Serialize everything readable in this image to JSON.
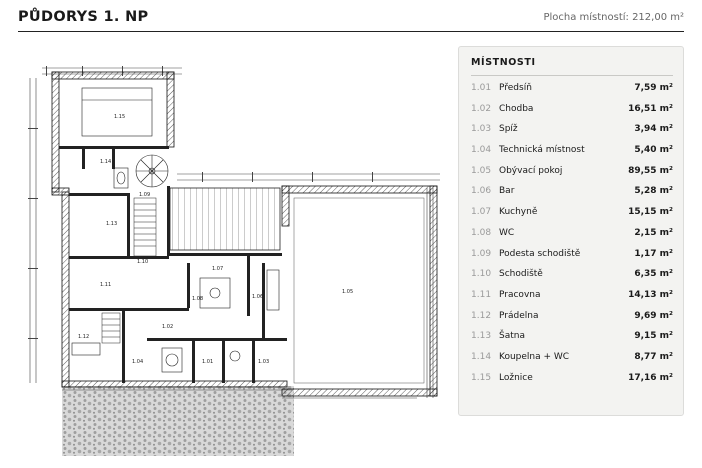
{
  "header": {
    "title": "PŮDORYS 1. NP",
    "area_label": "Plocha místností: 212,00 m²"
  },
  "plan": {
    "room_labels": [
      "1.01",
      "1.02",
      "1.03",
      "1.04",
      "1.05",
      "1.06",
      "1.07",
      "1.08",
      "1.09",
      "1.10",
      "1.11",
      "1.12",
      "1.13",
      "1.14",
      "1.15"
    ]
  },
  "rooms_panel": {
    "title": "MÍSTNOSTI",
    "rooms": [
      {
        "num": "1.01",
        "name": "Předsíň",
        "size": "7,59 m²"
      },
      {
        "num": "1.02",
        "name": "Chodba",
        "size": "16,51 m²"
      },
      {
        "num": "1.03",
        "name": "Spíž",
        "size": "3,94 m²"
      },
      {
        "num": "1.04",
        "name": "Technická místnost",
        "size": "5,40 m²"
      },
      {
        "num": "1.05",
        "name": "Obývací pokoj",
        "size": "89,55 m²"
      },
      {
        "num": "1.06",
        "name": "Bar",
        "size": "5,28 m²"
      },
      {
        "num": "1.07",
        "name": "Kuchyně",
        "size": "15,15 m²"
      },
      {
        "num": "1.08",
        "name": "WC",
        "size": "2,15 m²"
      },
      {
        "num": "1.09",
        "name": "Podesta schodiště",
        "size": "1,17 m²"
      },
      {
        "num": "1.10",
        "name": "Schodiště",
        "size": "6,35 m²"
      },
      {
        "num": "1.11",
        "name": "Pracovna",
        "size": "14,13 m²"
      },
      {
        "num": "1.12",
        "name": "Prádelna",
        "size": "9,69 m²"
      },
      {
        "num": "1.13",
        "name": "Šatna",
        "size": "9,15 m²"
      },
      {
        "num": "1.14",
        "name": "Koupelna + WC",
        "size": "8,77 m²"
      },
      {
        "num": "1.15",
        "name": "Ložnice",
        "size": "17,16 m²"
      }
    ]
  }
}
